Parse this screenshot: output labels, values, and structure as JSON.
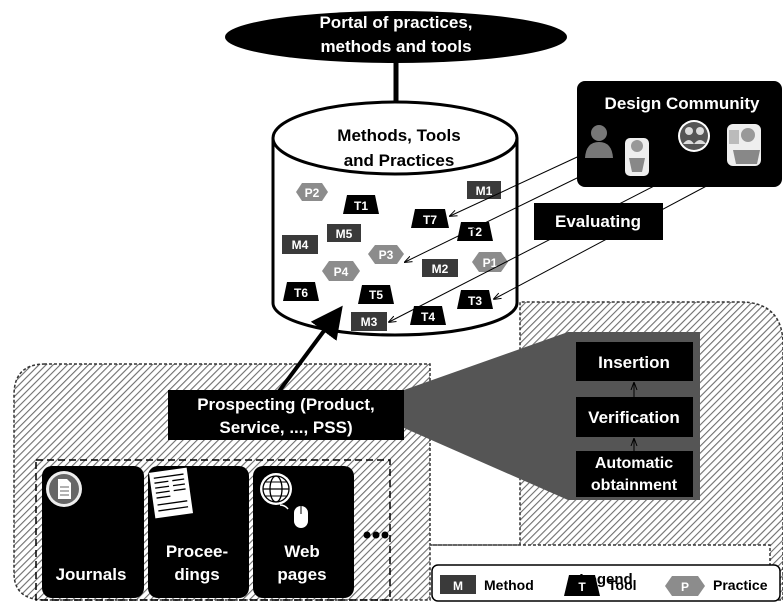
{
  "portal": {
    "line1": "Portal of practices,",
    "line2": "methods and tools"
  },
  "repository": {
    "title_line1": "Methods, Tools",
    "title_line2": "and Practices",
    "items": [
      {
        "kind": "practice",
        "label": "P2"
      },
      {
        "kind": "tool",
        "label": "T1"
      },
      {
        "kind": "method",
        "label": "M1"
      },
      {
        "kind": "tool",
        "label": "T7"
      },
      {
        "kind": "method",
        "label": "M5"
      },
      {
        "kind": "tool",
        "label": "T2"
      },
      {
        "kind": "method",
        "label": "M4"
      },
      {
        "kind": "practice",
        "label": "P3"
      },
      {
        "kind": "method",
        "label": "M2"
      },
      {
        "kind": "practice",
        "label": "P1"
      },
      {
        "kind": "practice",
        "label": "P4"
      },
      {
        "kind": "tool",
        "label": "T6"
      },
      {
        "kind": "tool",
        "label": "T5"
      },
      {
        "kind": "tool",
        "label": "T3"
      },
      {
        "kind": "method",
        "label": "M3"
      },
      {
        "kind": "tool",
        "label": "T4"
      }
    ]
  },
  "community": {
    "title": "Design Community",
    "icons": [
      "person-icon",
      "engineer-icon",
      "group-icon",
      "engineer-icon"
    ]
  },
  "evaluating": {
    "label": "Evaluating"
  },
  "prospecting": {
    "line1": "Prospecting (Product,",
    "line2": "Service, ..., PSS)"
  },
  "process": {
    "insertion": "Insertion",
    "verification": "Verification",
    "auto_line1": "Automatic",
    "auto_line2": "obtainment"
  },
  "sources": [
    {
      "label_line1": "Journals",
      "label_line2": "",
      "icon": "document-icon"
    },
    {
      "label_line1": "Procee-",
      "label_line2": "dings",
      "icon": "newspaper-icon"
    },
    {
      "label_line1": "Web",
      "label_line2": "pages",
      "icon": "globe-mouse-icon"
    }
  ],
  "legend": {
    "title": "Legend",
    "method_symbol": "M",
    "method_label": "Method",
    "tool_symbol": "T",
    "tool_label": "Tool",
    "practice_symbol": "P",
    "practice_label": "Practice"
  },
  "colors": {
    "black": "#000000",
    "method": "#3a3a3a",
    "practice": "#8c8c8c",
    "hatch": "#6e6e6e",
    "funnel": "#555555"
  }
}
